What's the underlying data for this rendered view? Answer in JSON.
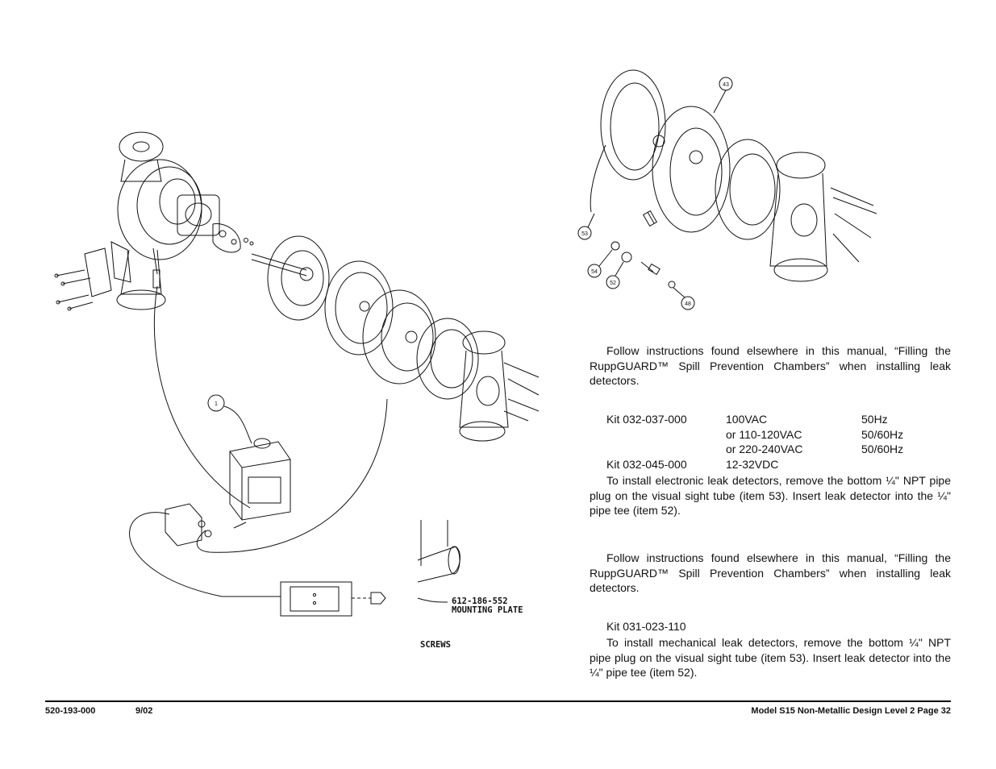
{
  "figure_left": {
    "callout_1": "1",
    "mounting_plate_part": "612-186-552",
    "mounting_plate_label": "MOUNTING PLATE",
    "screws_label": "SCREWS"
  },
  "figure_right": {
    "callouts": [
      "43",
      "53",
      "54",
      "52",
      "48"
    ]
  },
  "text": {
    "para1": "Follow instructions found elsewhere in this manual, “Filling the RuppGUARD™ Spill Prevention Chambers” when installing leak detectors.",
    "electronic_kits": [
      {
        "kit": "Kit 032-037-000",
        "voltage": "100VAC",
        "freq": "50Hz"
      },
      {
        "kit": "",
        "voltage": "or 110-120VAC",
        "freq": "50/60Hz"
      },
      {
        "kit": "",
        "voltage": "or 220-240VAC",
        "freq": "50/60Hz"
      },
      {
        "kit": "Kit 032-045-000",
        "voltage": "12-32VDC",
        "freq": ""
      }
    ],
    "para2": "To install electronic leak detectors, remove the bottom ¼\" NPT pipe plug on the visual sight tube (item 53). Insert leak detector into the ¼\" pipe tee (item 52).",
    "para3": "Follow instructions found elsewhere in this manual, “Filling the RuppGUARD™ Spill Prevention Chambers” when installing leak detectors.",
    "mechanical_kit": "Kit 031-023-110",
    "para4": "To install mechanical leak detectors, remove the bottom ¼\" NPT pipe plug on the visual sight tube (item 53). Insert leak detector into the ¼\" pipe tee (item 52)."
  },
  "footer": {
    "doc_number": "520-193-000",
    "date": "9/02",
    "page_info": "Model S15 Non-Metallic Design Level 2 Page 32"
  }
}
